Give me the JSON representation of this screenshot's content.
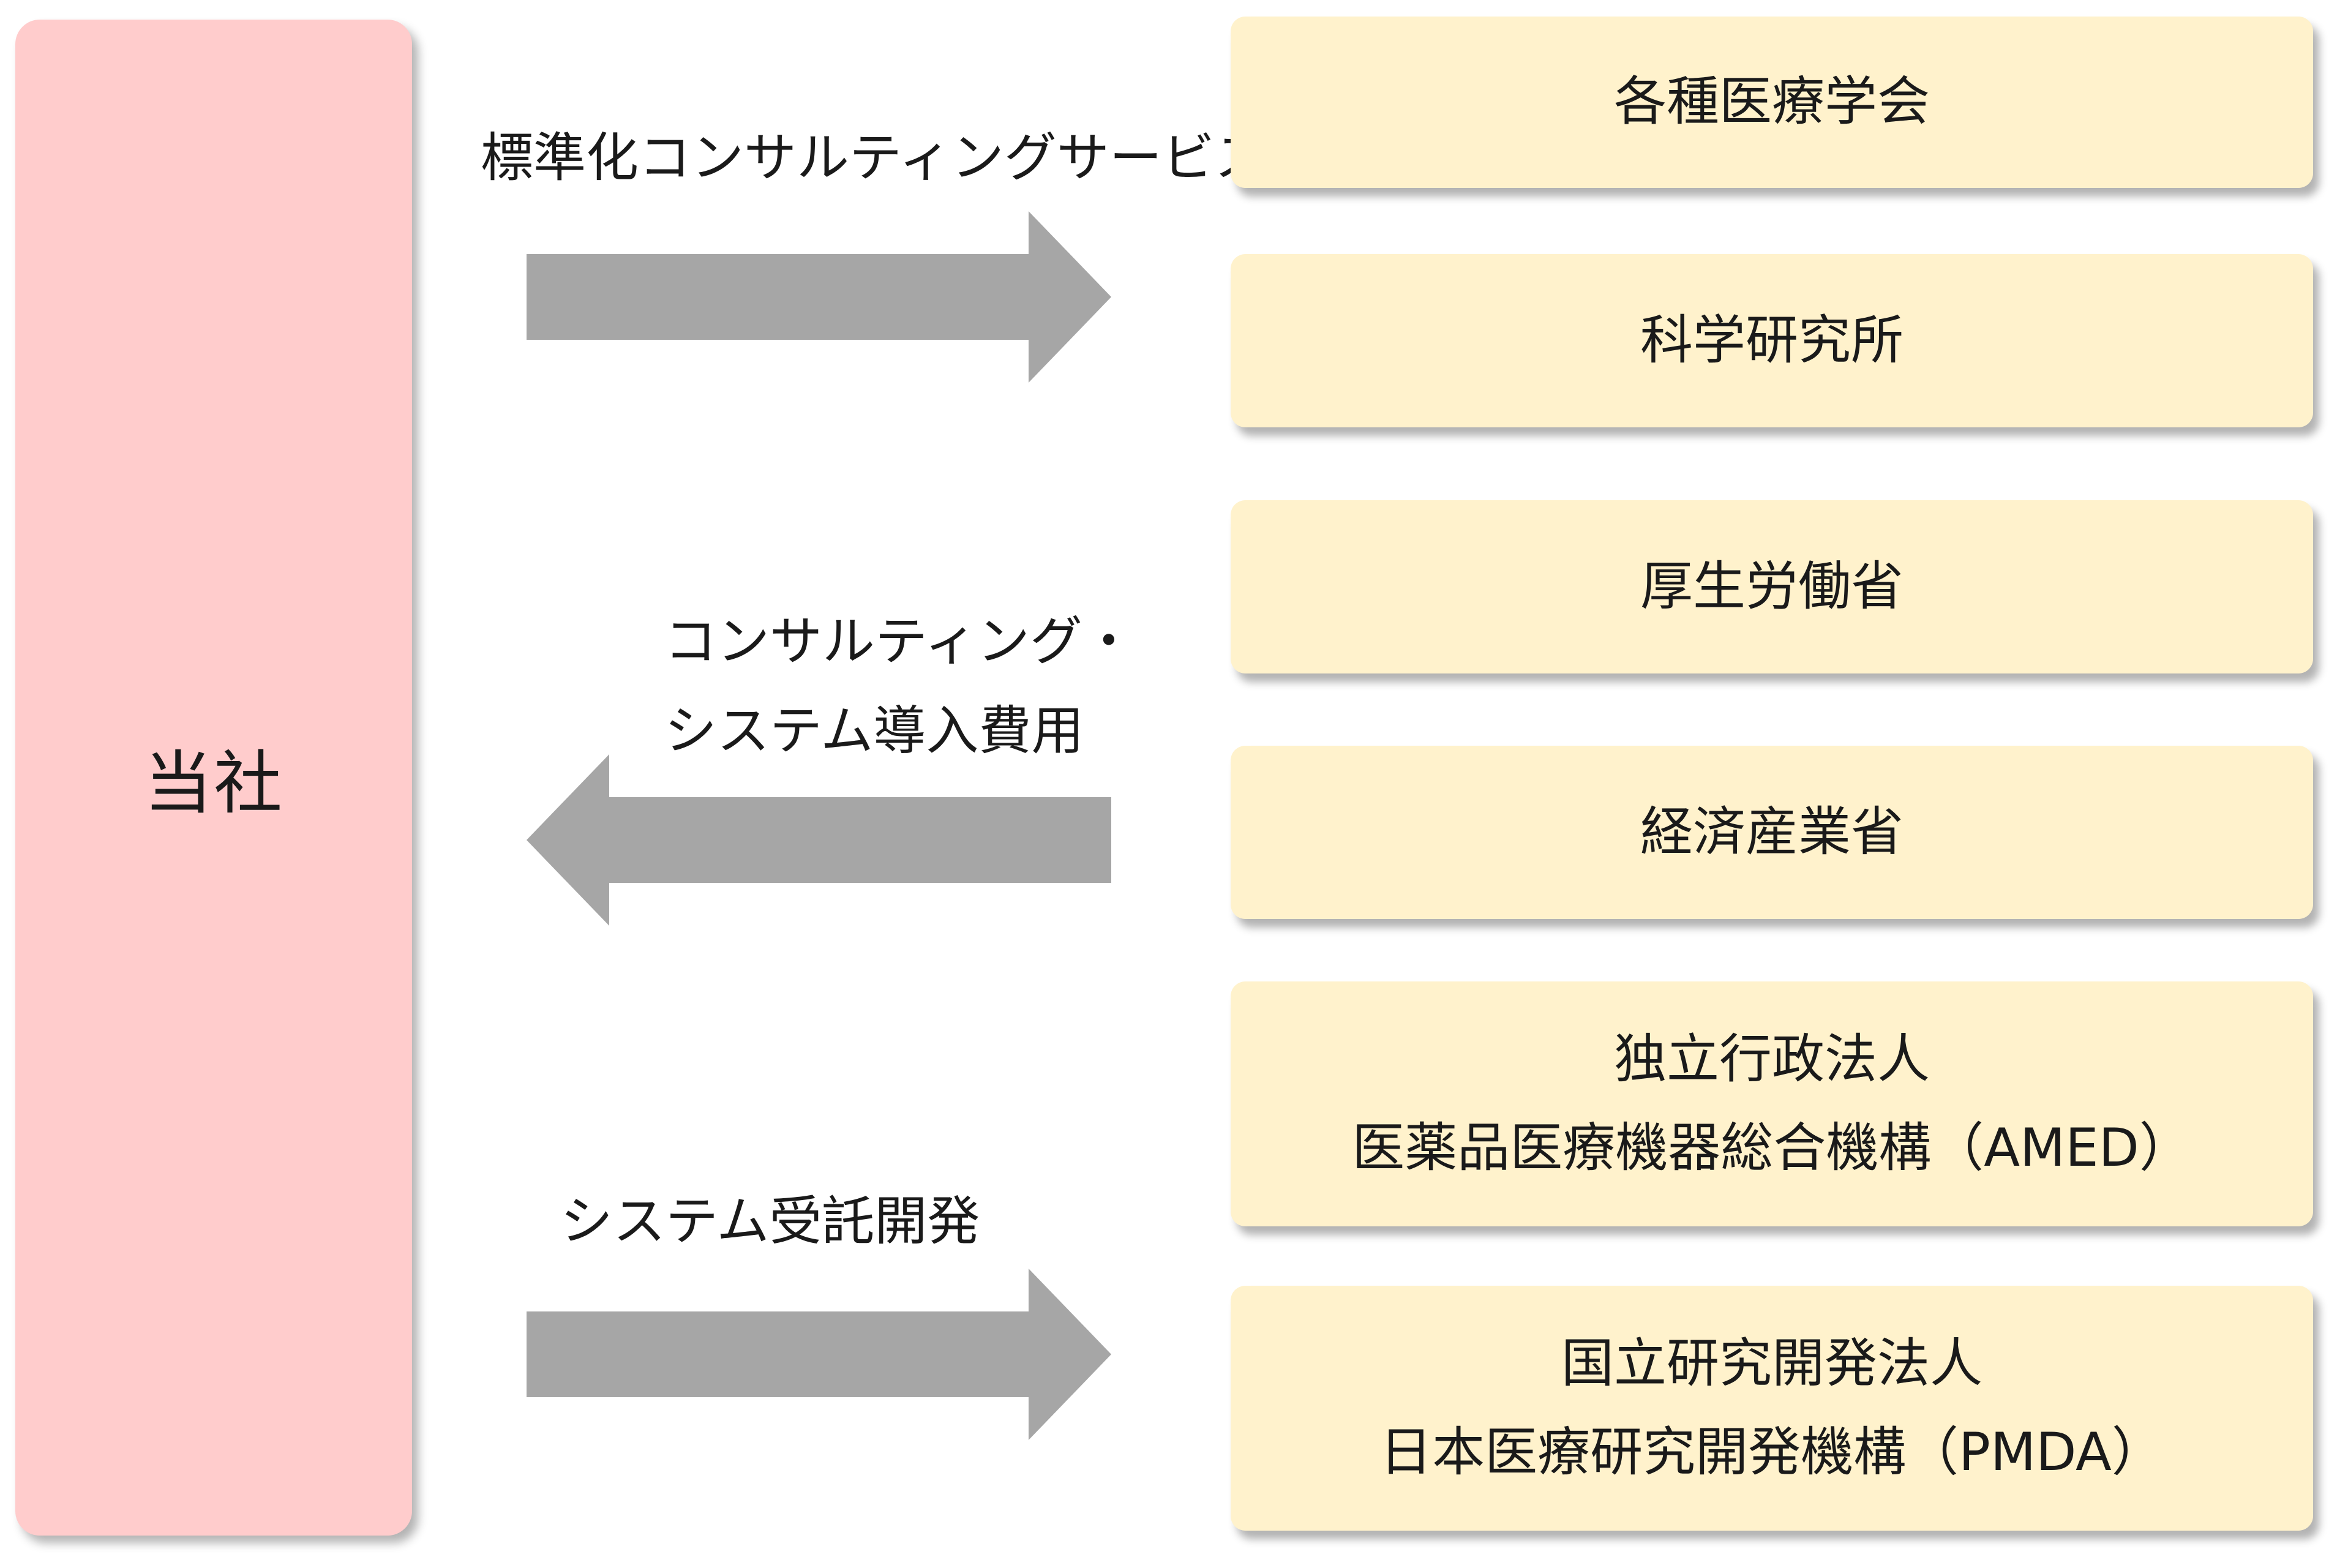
{
  "colors": {
    "company_fill": "#ffcccc",
    "entity_fill": "#fff2cc",
    "arrow_fill": "#a6a6a6"
  },
  "company": {
    "label": "当社"
  },
  "flows": [
    {
      "label_lines": [
        "標準化コンサルティングサービス"
      ],
      "direction": "right"
    },
    {
      "label_lines": [
        "コンサルティング・",
        "システム導入費用"
      ],
      "direction": "left"
    },
    {
      "label_lines": [
        "システム受託開発"
      ],
      "direction": "right"
    }
  ],
  "entities": [
    {
      "lines": [
        "各種医療学会"
      ]
    },
    {
      "lines": [
        "科学研究所"
      ]
    },
    {
      "lines": [
        "厚生労働省"
      ]
    },
    {
      "lines": [
        "経済産業省"
      ]
    },
    {
      "lines": [
        "独立行政法人",
        "医薬品医療機器総合機構（AMED）"
      ]
    },
    {
      "lines": [
        "国立研究開発法人",
        "日本医療研究開発機構（PMDA）"
      ]
    }
  ]
}
